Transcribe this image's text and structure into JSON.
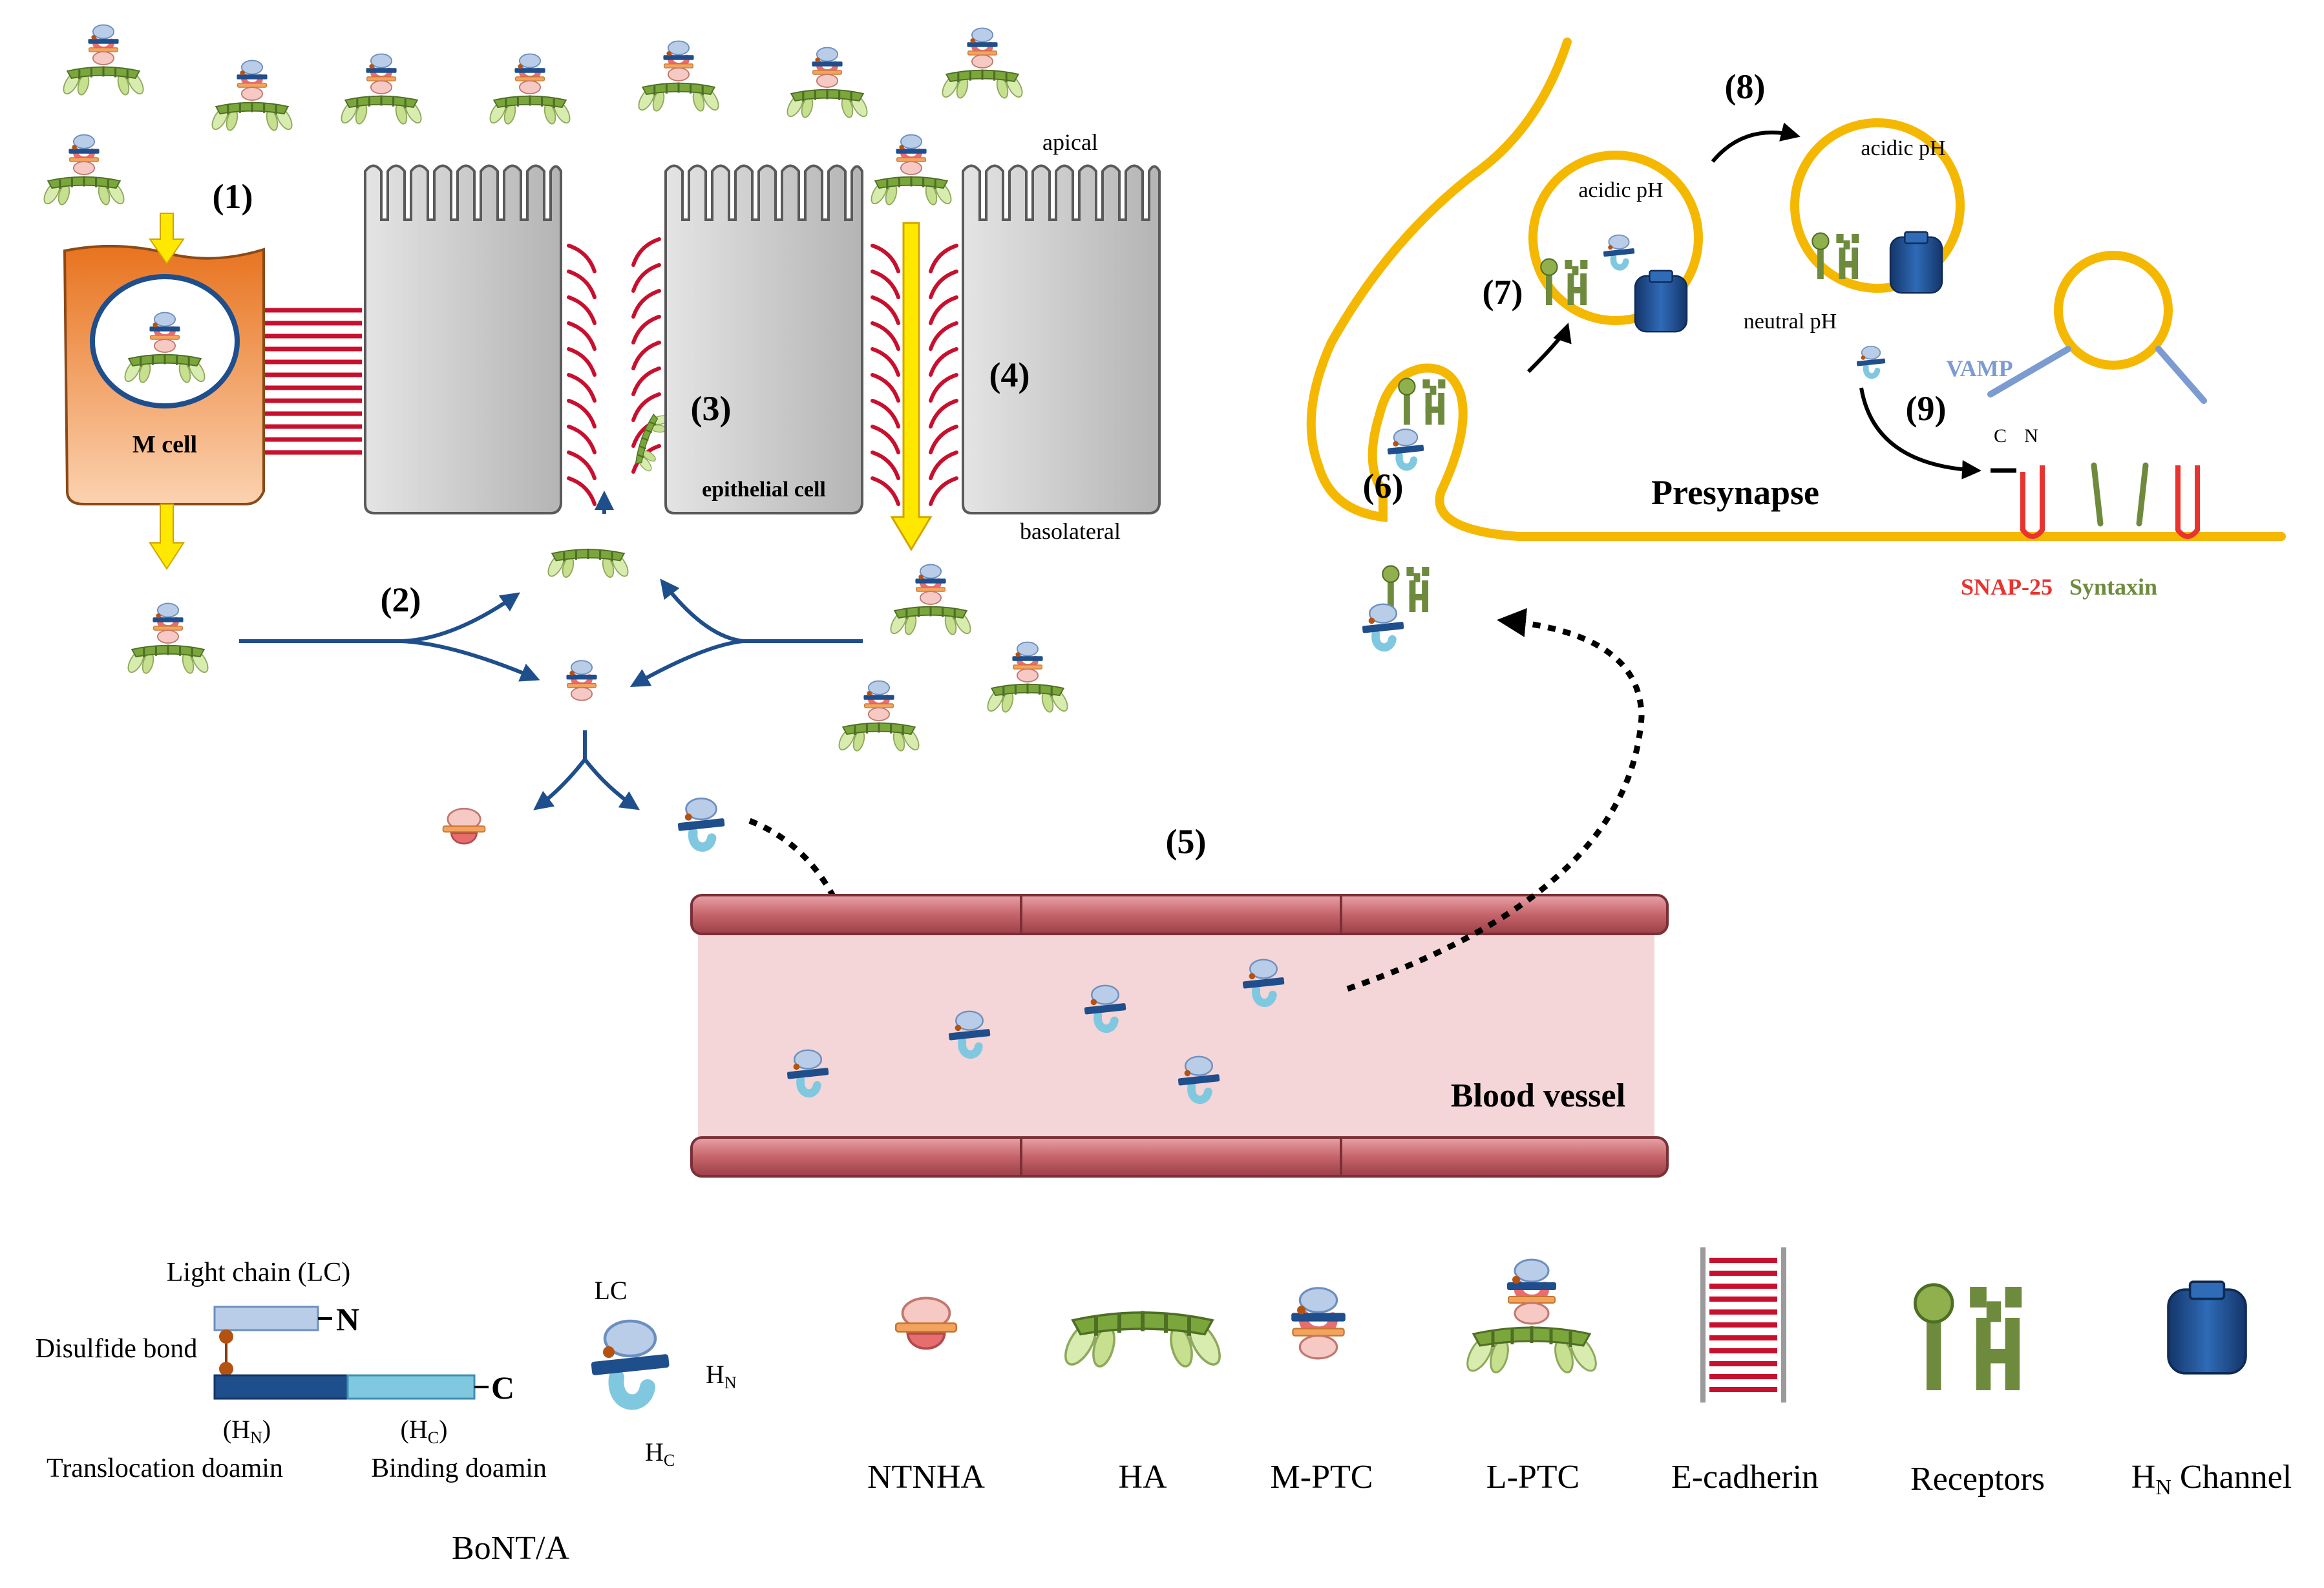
{
  "steps": {
    "s1": "(1)",
    "s2": "(2)",
    "s3": "(3)",
    "s4": "(4)",
    "s5": "(5)",
    "s6": "(6)",
    "s7": "(7)",
    "s8": "(8)",
    "s9": "(9)"
  },
  "gut": {
    "apical": "apical",
    "basolateral": "basolateral",
    "m_cell": "M cell",
    "epithelial_cell": "epithelial cell"
  },
  "neuron": {
    "presynapse": "Presynapse",
    "acidic_ph_1": "acidic pH",
    "acidic_ph_2": "acidic pH",
    "neutral_ph": "neutral pH",
    "vamp": "VAMP",
    "c_terminus": "C",
    "n_terminus": "N",
    "snap25": "SNAP-25",
    "syntaxin": "Syntaxin"
  },
  "blood_vessel": {
    "label": "Blood vessel"
  },
  "bont_structure": {
    "light_chain": "Light chain (LC)",
    "disulfide_bond": "Disulfide bond",
    "n_label": "N",
    "c_label": "C",
    "hn_abbrev_base": "(H",
    "hn_abbrev_sub": "N",
    "hc_abbrev_base": "(H",
    "hc_abbrev_sub": "C",
    "translocation": "Translocation doamin",
    "binding": "Binding doamin",
    "lc_label": "LC",
    "hn_base": "H",
    "hn_sub": "N",
    "hc_base": "H",
    "hc_sub": "C",
    "title": "BoNT/A"
  },
  "legend": {
    "ntnha": "NTNHA",
    "ha": "HA",
    "m_ptc": "M-PTC",
    "l_ptc": "L-PTC",
    "e_cadherin": "E-cadherin",
    "receptors": "Receptors",
    "hn_channel_base": "H",
    "hn_channel_sub": "N",
    "hn_channel_rest": " Channel"
  },
  "colors": {
    "membrane": "#f5b800",
    "arrow_yellow": "#ffe800",
    "pathway_arrow": "#1f4e8c",
    "m_cell": "#f0883a",
    "cell_gray": "#c8c8c8",
    "cadherin": "#c8102e",
    "vessel": "#c0575f",
    "vessel_lumen": "#f4d6d8",
    "snap25": "#e8332f",
    "syntaxin": "#6e8b3d",
    "vamp": "#7b9bd1",
    "channel": "#1f4e8c",
    "hn_dark": "#1f4e8c",
    "lc_light": "#b9cde8",
    "hc_cyan": "#7fc8e0"
  }
}
